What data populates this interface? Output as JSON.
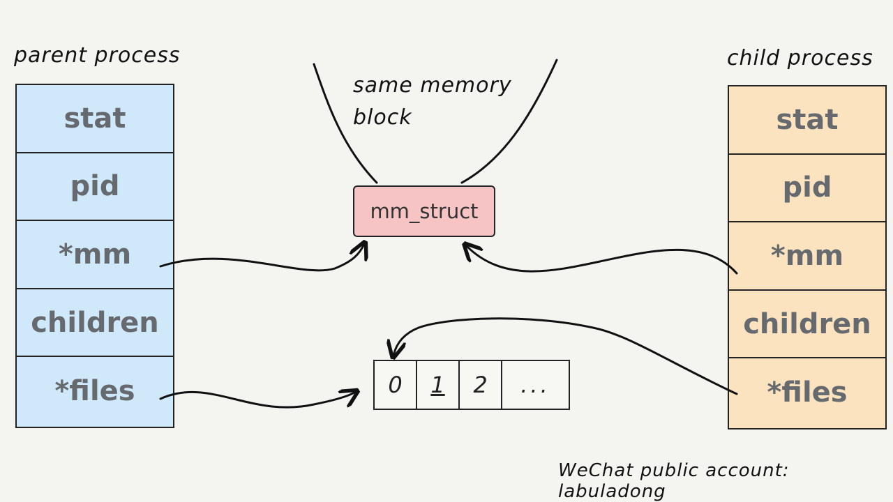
{
  "parent": {
    "title": "parent process",
    "fields": [
      "stat",
      "pid",
      "*mm",
      "children",
      "*files"
    ],
    "color": "#cfe9fb"
  },
  "child": {
    "title": "child process",
    "fields": [
      "stat",
      "pid",
      "*mm",
      "children",
      "*files"
    ],
    "color": "#fbe3bf"
  },
  "note": "same memory block",
  "mm_struct": {
    "label": "mm_struct",
    "color": "#f6c4c4"
  },
  "fd_table": {
    "cells": [
      "0",
      "1",
      "2",
      "..."
    ]
  },
  "watermark": "WeChat public account: labuladong"
}
